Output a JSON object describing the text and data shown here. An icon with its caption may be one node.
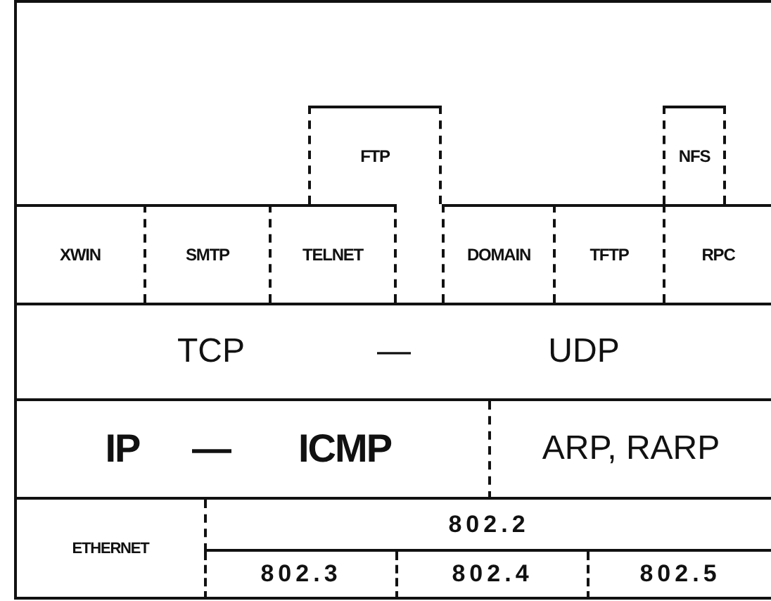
{
  "diagram": {
    "nodes": [
      {
        "text": [
          "FTP"
        ]
      },
      {
        "text": [
          "NFS"
        ]
      },
      {
        "text": [
          "XWIN"
        ]
      },
      {
        "text": [
          "SMTP"
        ]
      },
      {
        "text": [
          "TELNET"
        ]
      },
      {
        "text": [
          "DOMAIN"
        ]
      },
      {
        "text": [
          "TFTP"
        ]
      },
      {
        "text": [
          "RPC"
        ]
      },
      {
        "text": [
          "TCP",
          "—",
          "UDP"
        ]
      },
      {
        "text": [
          "IP",
          "—",
          "ICMP"
        ]
      },
      {
        "text": [
          "ARP, RARP"
        ]
      },
      {
        "text": [
          "ETHERNET"
        ]
      },
      {
        "text": [
          "802.2"
        ]
      },
      {
        "text": [
          "802.3"
        ]
      },
      {
        "text": [
          "802.4"
        ]
      },
      {
        "text": [
          "802.5"
        ]
      }
    ]
  }
}
